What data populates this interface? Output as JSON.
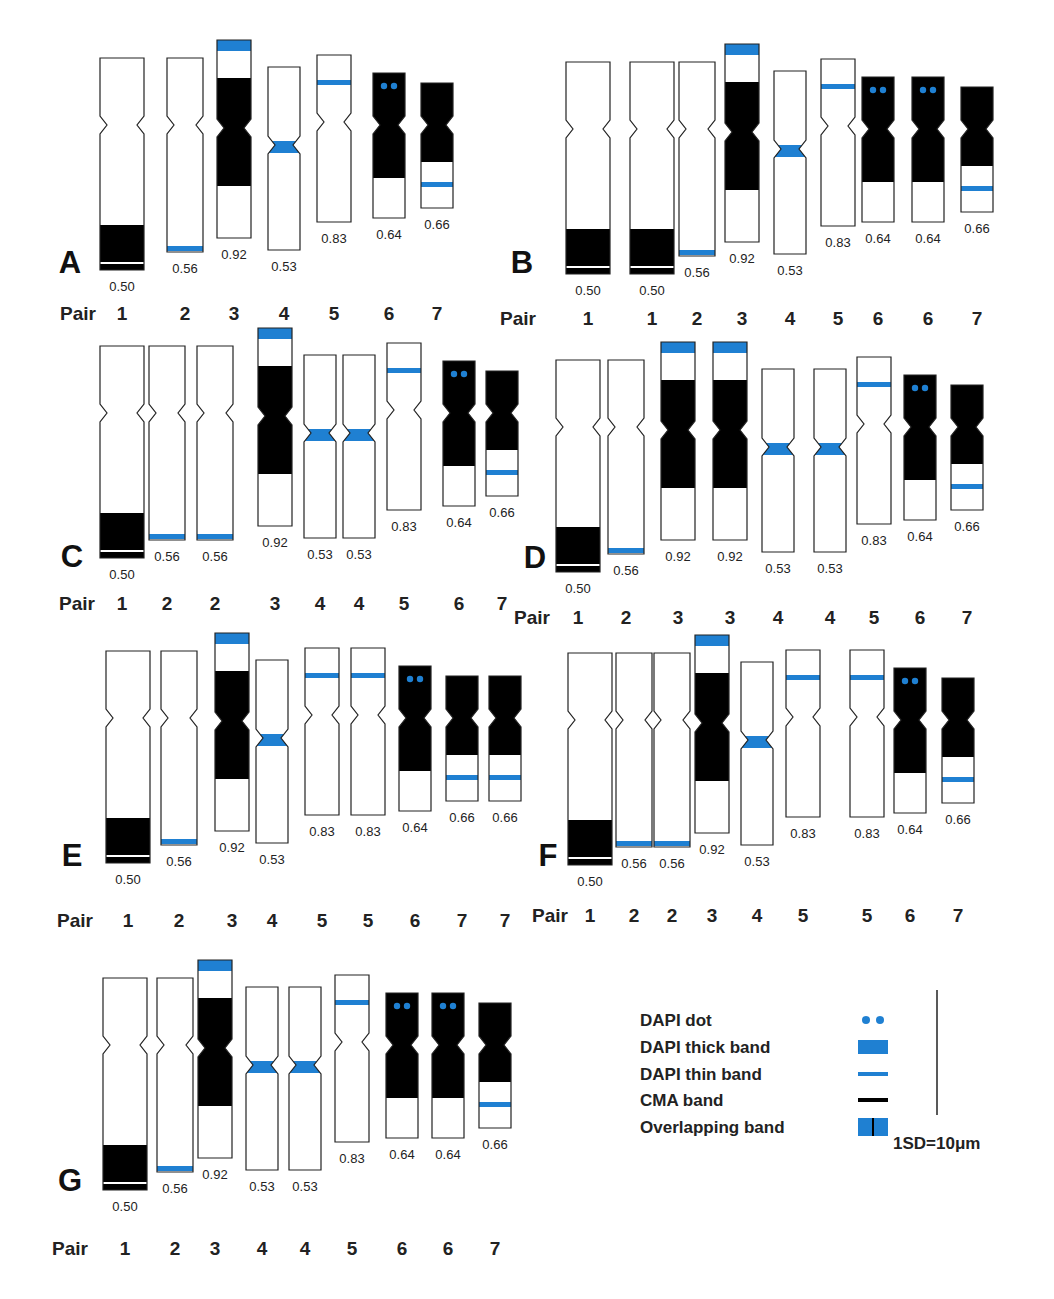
{
  "diagram": {
    "labels": [
      "A",
      "0.50",
      "0.56",
      "0.92",
      "0.53",
      "0.83",
      "0.64",
      "0.66",
      "Pair",
      "1",
      "2",
      "3",
      "4",
      "5",
      "6",
      "7",
      "B",
      "0.50",
      "0.50",
      "0.56",
      "0.92",
      "0.53",
      "0.83",
      "0.64",
      "0.64",
      "0.66",
      "Pair",
      "1",
      "1",
      "2",
      "3",
      "4",
      "5",
      "6",
      "6",
      "7",
      "C",
      "0.50",
      "0.56",
      "0.56",
      "0.92",
      "0.53",
      "0.53",
      "0.83",
      "0.64",
      "0.66",
      "Pair",
      "1",
      "2",
      "2",
      "3",
      "4",
      "4",
      "5",
      "6",
      "7",
      "D",
      "0.50",
      "0.56",
      "0.92",
      "0.92",
      "0.53",
      "0.53",
      "0.83",
      "0.64",
      "0.66",
      "Pair",
      "1",
      "2",
      "3",
      "3",
      "4",
      "4",
      "5",
      "6",
      "7",
      "E",
      "0.50",
      "0.56",
      "0.92",
      "0.53",
      "0.83",
      "0.83",
      "0.64",
      "0.66",
      "0.66",
      "Pair",
      "1",
      "2",
      "3",
      "4",
      "5",
      "5",
      "6",
      "7",
      "7",
      "F",
      "0.50",
      "0.56",
      "0.56",
      "0.92",
      "0.53",
      "0.83",
      "0.83",
      "0.64",
      "0.66",
      "Pair",
      "1",
      "2",
      "2",
      "3",
      "4",
      "5",
      "5",
      "6",
      "7",
      "G",
      "0.50",
      "0.56",
      "0.92",
      "0.53",
      "0.53",
      "0.83",
      "0.64",
      "0.64",
      "0.66",
      "Pair",
      "1",
      "2",
      "3",
      "4",
      "4",
      "5",
      "6",
      "6",
      "7",
      "1SD=10μm"
    ],
    "legend": [
      {
        "text": "DAPI dot"
      },
      {
        "text": "DAPI thick band"
      },
      {
        "text": "DAPI thin band"
      },
      {
        "text": "CMA band"
      },
      {
        "text": "Overlapping band"
      }
    ]
  }
}
